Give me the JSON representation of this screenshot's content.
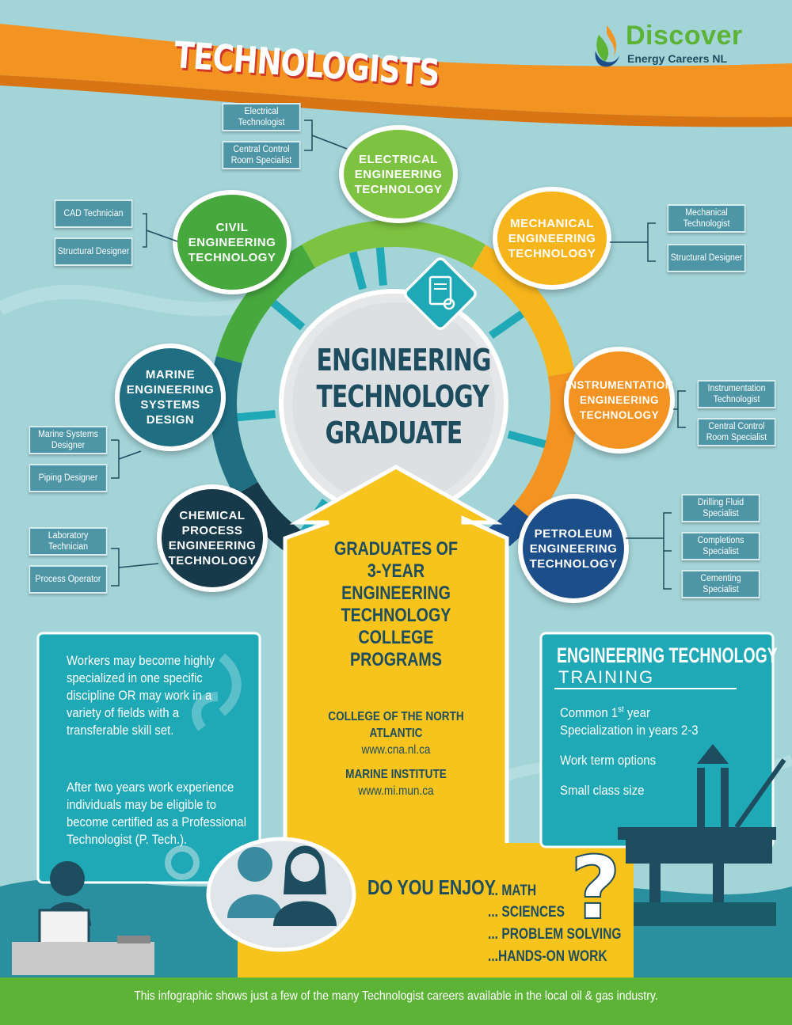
{
  "header": {
    "title": "TECHNOLOGISTS",
    "logo_brand": "Discover",
    "logo_sub": "Energy Careers NL"
  },
  "center": {
    "title_lines": [
      "ENGINEERING",
      "TECHNOLOGY",
      "GRADUATE"
    ]
  },
  "disciplines": [
    {
      "name": "ELECTRICAL ENGINEERING TECHNOLOGY",
      "color": "#7ec242",
      "roles": [
        "Electrical Technologist",
        "Central Control Room Specialist"
      ]
    },
    {
      "name": "MECHANICAL ENGINEERING TECHNOLOGY",
      "color": "#f7b51c",
      "roles": [
        "Mechanical Technologist",
        "Structural Designer"
      ]
    },
    {
      "name": "INSTRUMENTATION ENGINEERING TECHNOLOGY",
      "color": "#f39321",
      "roles": [
        "Instrumentation Technologist",
        "Central Control Room Specialist"
      ]
    },
    {
      "name": "PETROLEUM ENGINEERING TECHNOLOGY",
      "color": "#1c4f8a",
      "roles": [
        "Drilling Fluid Specialist",
        "Completions Specialist",
        "Cementing Specialist"
      ]
    },
    {
      "name": "CHEMICAL PROCESS ENGINEERING TECHNOLOGY",
      "color": "#163a4a",
      "roles": [
        "Laboratory Technician",
        "Process Operator"
      ]
    },
    {
      "name": "MARINE ENGINEERING SYSTEMS DESIGN",
      "color": "#1f6e82",
      "roles": [
        "Marine Systems Designer",
        "Piping Designer"
      ]
    },
    {
      "name": "CIVIL ENGINEERING TECHNOLOGY",
      "color": "#47a83e",
      "roles": [
        "CAD Technician",
        "Structural Designer"
      ]
    }
  ],
  "graduates": {
    "title_lines": [
      "GRADUATES OF",
      "3-YEAR",
      "ENGINEERING",
      "TECHNOLOGY",
      "COLLEGE PROGRAMS"
    ],
    "colleges": [
      {
        "name": "COLLEGE OF THE NORTH ATLANTIC",
        "url": "www.cna.nl.ca"
      },
      {
        "name": "MARINE INSTITUTE",
        "url": "www.mi.mun.ca"
      }
    ]
  },
  "left_panel": {
    "para1": "Workers may become highly specialized in one specific discipline OR may work in a variety of fields with a transferable skill set.",
    "para2": "After two years work experience individuals may be eligible to become certified as a Professional Technologist (P. Tech.)."
  },
  "training": {
    "title": "ENGINEERING TECHNOLOGY",
    "subtitle": "TRAINING",
    "items": [
      "Common 1st year",
      "Specialization in years 2-3",
      "Work term options",
      "Small class size"
    ]
  },
  "enjoy": {
    "label": "DO YOU ENJOY",
    "items": [
      "... MATH",
      "... SCIENCES",
      "... PROBLEM SOLVING",
      "...HANDS-ON WORK"
    ]
  },
  "footer": {
    "text": "This infographic shows just a few of the many Technologist careers available in the local oil & gas industry."
  },
  "colors": {
    "background": "#a3d4d8",
    "banner": "#f39321",
    "navy": "#1d4d5e",
    "teal_panel": "#1fa8b5",
    "yellow": "#f7c31d",
    "footer": "#5cb335"
  }
}
